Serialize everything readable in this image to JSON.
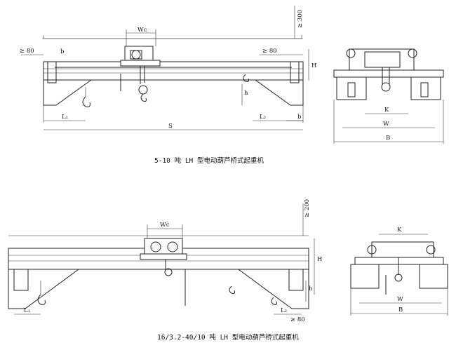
{
  "top": {
    "front": {
      "wc": "Wc",
      "h": "H",
      "h_small": "h",
      "s": "S",
      "l1": "L₁",
      "l2": "L₂",
      "b": "b",
      "clear_left": "≥ 80",
      "clear_right": "≥ 80",
      "clear_top": "≥ 300"
    },
    "side": {
      "k": "K",
      "w": "W",
      "b_width": "B"
    },
    "caption": "5-10 吨 LH 型电动葫芦桥式起重机"
  },
  "bottom": {
    "front": {
      "wc": "Wc",
      "h": "H",
      "h_small": "h",
      "l1": "L₁",
      "l2": "L₂",
      "clear_right": "≥ 80",
      "clear_top": "≥ 200"
    },
    "side": {
      "k": "K",
      "w": "W",
      "b_width": "B"
    },
    "caption": "16/3.2-40/10 吨 LH 型电动葫芦桥式起重机"
  }
}
